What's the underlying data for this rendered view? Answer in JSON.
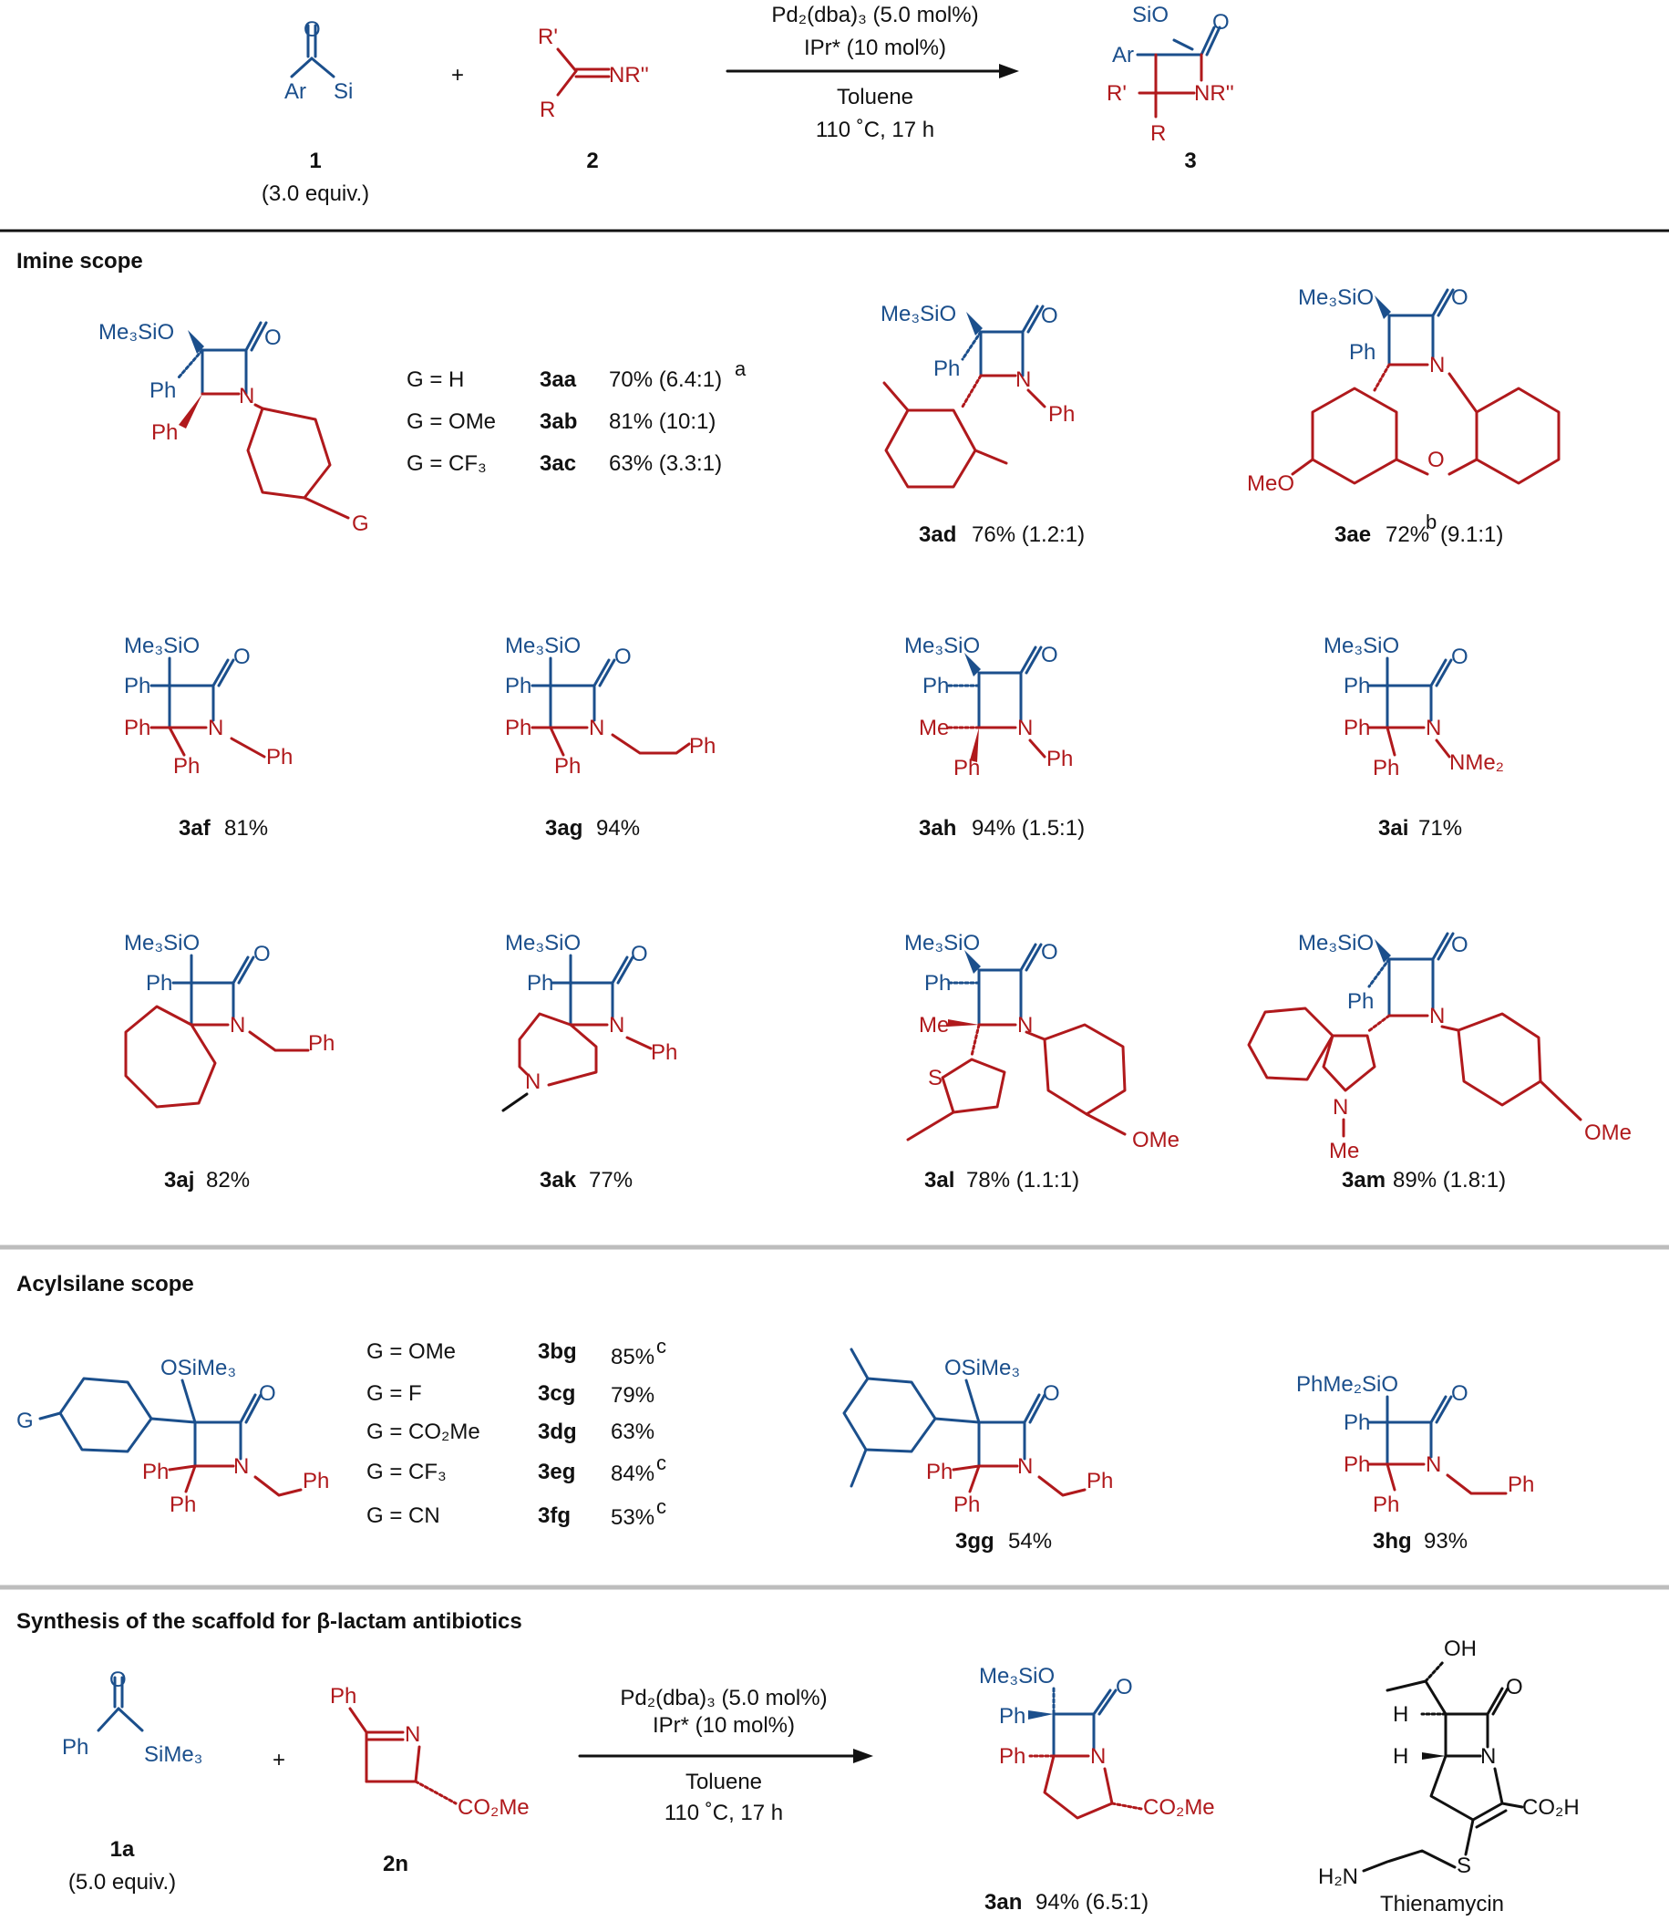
{
  "colors": {
    "reagent": "#1b4f8c",
    "imine": "#b0191c",
    "text": "#111111",
    "divider_heavy": "#111111",
    "divider_light": "#bdbdbd"
  },
  "scheme": {
    "conditions": {
      "cat": "Pd₂(dba)₃   (5.0 mol%)",
      "ligand": "IPr*  (10 mol%)",
      "solvent": "Toluene",
      "temp": "110 ˚C, 17 h"
    },
    "reagent1": {
      "id": "1",
      "equiv": "(3.0 equiv.)",
      "labels": [
        "Ar",
        "O",
        "Si"
      ]
    },
    "plus": "+",
    "reagent2": {
      "id": "2",
      "labels": [
        "R'",
        "R",
        "NR''"
      ]
    },
    "product": {
      "id": "3",
      "labels": [
        "SiO",
        "O",
        "Ar",
        "R'",
        "NR''",
        "R"
      ]
    }
  },
  "sections": {
    "imine": "Imine scope",
    "acylsilane": "Acylsilane scope",
    "synthesis": "Synthesis of the scaffold for β-lactam antibiotics"
  },
  "imine_table": [
    {
      "g": "G = H",
      "id": "3aa",
      "result": "70% (6.4:1)",
      "note": "a"
    },
    {
      "g": "G = OMe",
      "id": "3ab",
      "result": "81% (10:1)",
      "note": ""
    },
    {
      "g": "G = CF₃",
      "id": "3ac",
      "result": "63% (3.3:1)",
      "note": ""
    }
  ],
  "compounds": {
    "3ad": {
      "id": "3ad",
      "result": "76% (1.2:1)"
    },
    "3ae": {
      "id": "3ae",
      "result": "72%",
      "note": "b",
      "dr": "(9.1:1)"
    },
    "3af": {
      "id": "3af",
      "result": "81%"
    },
    "3ag": {
      "id": "3ag",
      "result": "94%"
    },
    "3ah": {
      "id": "3ah",
      "result": "94% (1.5:1)"
    },
    "3ai": {
      "id": "3ai",
      "result": "71%"
    },
    "3aj": {
      "id": "3aj",
      "result": "82%"
    },
    "3ak": {
      "id": "3ak",
      "result": "77%"
    },
    "3al": {
      "id": "3al",
      "result": "78% (1.1:1)"
    },
    "3am": {
      "id": "3am",
      "result": "89% (1.8:1)"
    },
    "3gg": {
      "id": "3gg",
      "result": "54%"
    },
    "3hg": {
      "id": "3hg",
      "result": "93%"
    },
    "3an": {
      "id": "3an",
      "result": "94% (6.5:1)"
    }
  },
  "acyl_table": [
    {
      "g": "G = OMe",
      "id": "3bg",
      "result": "85%",
      "note": "c"
    },
    {
      "g": "G = F",
      "id": "3cg",
      "result": "79%",
      "note": ""
    },
    {
      "g": "G = CO₂Me",
      "id": "3dg",
      "result": "63%",
      "note": ""
    },
    {
      "g": "G = CF₃",
      "id": "3eg",
      "result": "84%",
      "note": "c"
    },
    {
      "g": "G = CN",
      "id": "3fg",
      "result": "53%",
      "note": "c"
    }
  ],
  "synthesis": {
    "r1": {
      "id": "1a",
      "equiv": "(5.0 equiv.)"
    },
    "r2": {
      "id": "2n"
    },
    "conditions": {
      "cat": "Pd₂(dba)₃  (5.0 mol%)",
      "ligand": "IPr*  (10 mol%)",
      "solvent": "Toluene",
      "temp": "110 ˚C, 17 h"
    },
    "natural_product": "Thienamycin"
  },
  "atom_labels": {
    "Me3SiO": "Me₃SiO",
    "OSiMe3": "OSiMe₃",
    "PhMe2SiO": "PhMe₂SiO",
    "SiMe3": "SiMe₃",
    "O": "O",
    "N": "N",
    "S": "S",
    "Ph": "Ph",
    "Me": "Me",
    "MeO": "MeO",
    "OMe": "OMe",
    "NMe2": "NMe₂",
    "G": "G",
    "CO2Me": "CO₂Me",
    "CO2H": "CO₂H",
    "H2N": "H₂N",
    "OH": "OH",
    "H": "H"
  }
}
